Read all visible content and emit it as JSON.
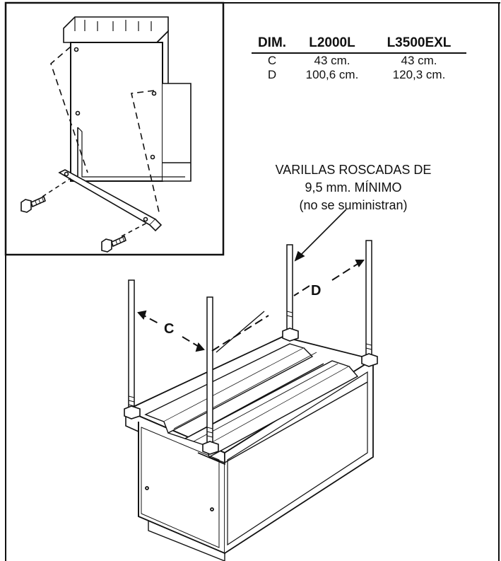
{
  "table": {
    "headers": [
      "DIM.",
      "L2000L",
      "L3500EXL"
    ],
    "rows": [
      [
        "C",
        "43 cm.",
        "43 cm."
      ],
      [
        "D",
        "100,6 cm.",
        "120,3 cm."
      ]
    ]
  },
  "rod_note": {
    "line1": "VARILLAS ROSCADAS DE",
    "line2": "9,5 mm. MÍNIMO",
    "line3": "(no se suministran)"
  },
  "labels": {
    "c": "C",
    "d": "D"
  },
  "colors": {
    "line": "#111111",
    "background": "#ffffff"
  }
}
